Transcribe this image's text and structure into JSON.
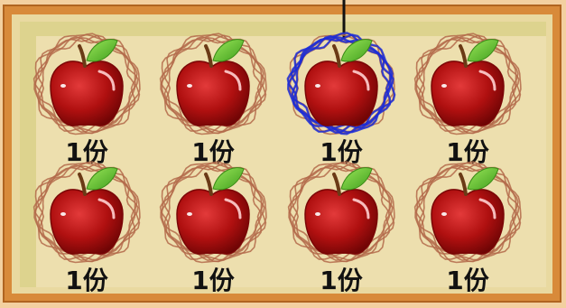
{
  "scene": {
    "icon": "apple-icon",
    "colors": {
      "frame_outer": "#f0c896",
      "frame_border": "#c8782a",
      "board_fill": "#efe2ad",
      "board_shadow": "#d9d08a",
      "apple_red": "#b01010",
      "apple_dark": "#7a0606",
      "leaf_green": "#6fcf3a",
      "stem_brown": "#6b3a16",
      "ring_brown": "#b36a4a",
      "highlight_ring_blue": "#1a2bd8",
      "pointer_black": "#111111"
    },
    "apples": [
      {
        "label": "1份",
        "highlighted": false
      },
      {
        "label": "1份",
        "highlighted": false
      },
      {
        "label": "1份",
        "highlighted": true
      },
      {
        "label": "1份",
        "highlighted": false
      },
      {
        "label": "1份",
        "highlighted": false
      },
      {
        "label": "1份",
        "highlighted": false
      },
      {
        "label": "1份",
        "highlighted": false
      },
      {
        "label": "1份",
        "highlighted": false
      }
    ]
  }
}
